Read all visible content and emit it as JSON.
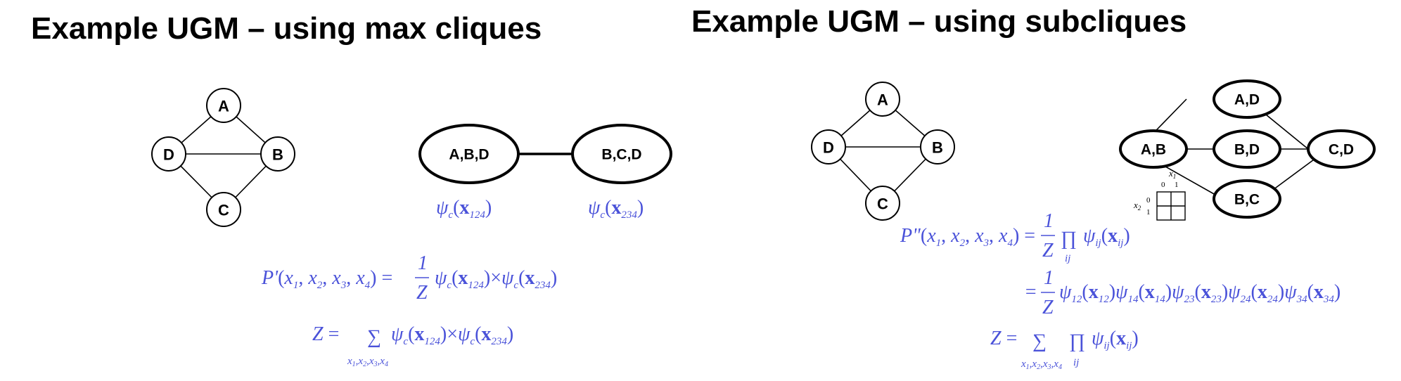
{
  "titles": {
    "left": "Example UGM – using max cliques",
    "right": "Example UGM – using subcliques"
  },
  "graph_nodes": {
    "a": "A",
    "b": "B",
    "c": "C",
    "d": "D"
  },
  "max_cliques": {
    "abd": "A,B,D",
    "bcd": "B,C,D",
    "psi_124": "ψc(x124)",
    "psi_234": "ψc(x234)"
  },
  "sub_cliques": {
    "ad": "A,D",
    "ab": "A,B",
    "bd": "B,D",
    "cd": "C,D",
    "bc": "B,C"
  },
  "potential_table": {
    "row_var": "x2",
    "col_var": "x1",
    "col_labels": [
      "0",
      "1"
    ],
    "row_labels": [
      "0",
      "1"
    ]
  },
  "equations_left": {
    "p_prime": "P'(x1,x2,x3,x4) = (1/Z) ψc(x124) × ψc(x234)",
    "z": "Z = ∑ x1,x2,x3,x4 ψc(x124) × ψc(x234)"
  },
  "equations_right": {
    "p_double_prime": "P''(x1,x2,x3,x4) = (1/Z) ∏ ij ψij(xij)",
    "expanded": "= (1/Z) ψ12(x12)ψ14(x14)ψ23(x23)ψ24(x24)ψ34(x34)",
    "z": "Z = ∑ x1,x2,x3,x4 ∏ ij ψij(xij)"
  },
  "colors": {
    "math": "#4a52d9",
    "text": "#000000"
  }
}
